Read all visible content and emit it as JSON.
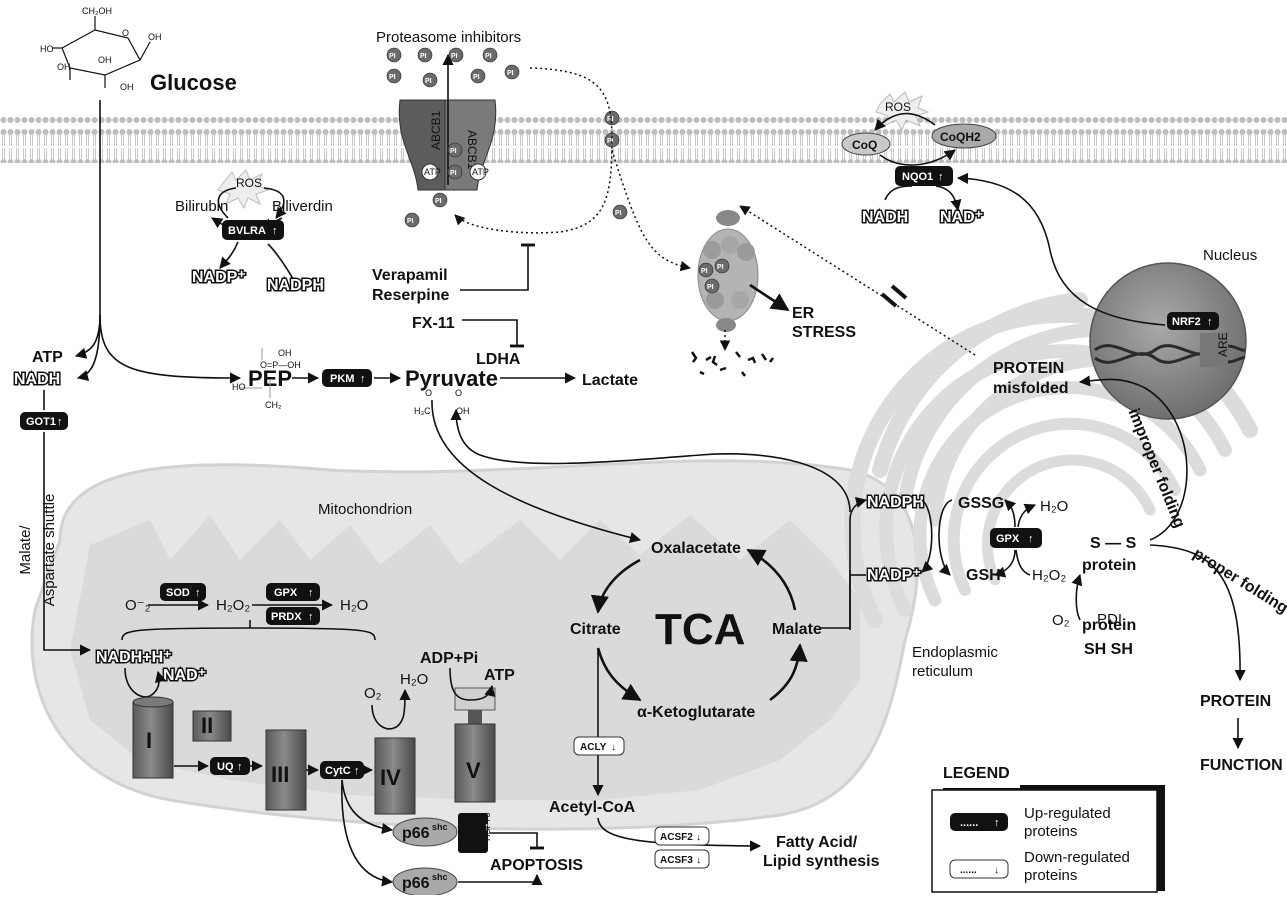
{
  "labels": {
    "glucose": "Glucose",
    "proteasome_inhibitors": "Proteasome inhibitors",
    "pi": "PI",
    "abcb1": "ABCB1",
    "atp_small": "ATP",
    "ros": "ROS",
    "bilirubin": "Bilirubin",
    "biliverdin": "Biliverdin",
    "nadp_plus": "NADP⁺",
    "nadph": "NADPH",
    "verapamil": "Verapamil",
    "reserpine": "Reserpine",
    "fx11": "FX-11",
    "ldha": "LDHA",
    "atp": "ATP",
    "nadh": "NADH",
    "pep": "PEP",
    "pyruvate": "Pyruvate",
    "lactate": "Lactate",
    "er_stress_1": "ER",
    "er_stress_2": "STRESS",
    "coq": "CoQ",
    "coqh2": "CoQH2",
    "nad_plus": "NAD⁺",
    "nucleus": "Nucleus",
    "are": "ARE",
    "protein_misfolded_1": "PROTEIN",
    "protein_misfolded_2": "misfolded",
    "improper_folding": "improper folding",
    "proper_folding": "proper folding",
    "gssg": "GSSG",
    "h2o": "H₂O",
    "gsh": "GSH",
    "h2o2": "H₂O₂",
    "o2": "O₂",
    "o2_minus": "O⁻₂",
    "s_s": "S — S",
    "protein": "protein",
    "pdi": "PDI",
    "sh_sh": "SH   SH",
    "er_label_1": "Endoplasmic",
    "er_label_2": "reticulum",
    "protein_big": "PROTEIN",
    "function": "FUNCTION",
    "mitochondrion": "Mitochondrion",
    "malate_aspartate_1": "Malate/",
    "malate_aspartate_2": "Aspartate shuttle",
    "oxalacetate": "Oxalacetate",
    "citrate": "Citrate",
    "tca": "TCA",
    "malate": "Malate",
    "aketoglutarate": "α-Ketoglutarate",
    "acetylcoa": "Acetyl-CoA",
    "fatty_acid_1": "Fatty Acid/",
    "fatty_acid_2": "Lipid synthesis",
    "nadh_h": "NADH+H⁺",
    "complex_i": "I",
    "complex_ii": "II",
    "complex_iii": "III",
    "complex_iv": "IV",
    "complex_v": "V",
    "adp_pi": "ADP+Pi",
    "p66shc": "p66",
    "shc": "shc",
    "hsp70": "HSP70",
    "apoptosis": "APOPTOSIS"
  },
  "proteins": {
    "bvlra": "BVLRA",
    "pkm": "PKM",
    "nqo1": "NQO1",
    "nrf2": "NRF2",
    "got1": "GOT1",
    "sod": "SOD",
    "gpx": "GPX",
    "prdx": "PRDX",
    "gpx_er": "GPX",
    "uq": "UQ",
    "cytc": "CytC",
    "acly": "ACLY",
    "acsf2": "ACSF2",
    "acsf3": "ACSF3",
    "up_arrow": "↑",
    "down_arrow": "↓"
  },
  "legend": {
    "title": "LEGEND",
    "up_sample": "......",
    "up_line1": "Up-regulated",
    "up_line2": "proteins",
    "down_sample": "......",
    "down_line1": "Down-regulated",
    "down_line2": "proteins"
  }
}
